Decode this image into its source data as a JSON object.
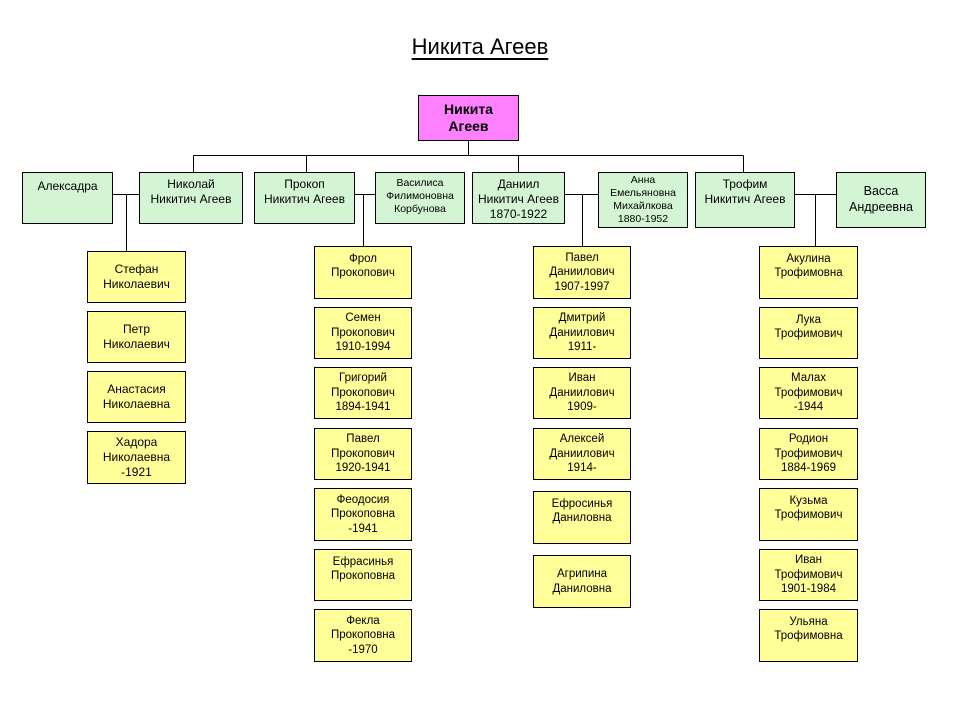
{
  "title": "Никита Агеев",
  "root": "Никита\nАгеев",
  "row": [
    "Алексадра",
    "Николай\nНикитич Агеев",
    "Прокоп\nНикитич Агеев",
    "Василиса\nФилимоновна\nКорбунова",
    "Даниил\nНикитич Агеев\n1870-1922",
    "Анна\nЕмельяновна\nМихайлкова\n1880-1952",
    "Трофим\nНикитич Агеев",
    "Васса\nАндреевна"
  ],
  "branches": {
    "nikolay": [
      "Стефан\nНиколаевич",
      "Петр\nНиколаевич",
      "Анастасия\nНиколаевна",
      "Хадора\nНиколаевна\n-1921"
    ],
    "prokop": [
      "Фрол\nПрокопович",
      "Семен\nПрокопович\n1910-1994",
      "Григорий\nПрокопович\n1894-1941",
      "Павел\nПрокопович\n1920-1941",
      "Феодосия\nПрокоповна\n-1941",
      "Ефрасинья\nПрокоповна",
      "Фекла\nПрокоповна\n-1970"
    ],
    "daniil": [
      "Павел\nДаниилович\n1907-1997",
      "Дмитрий\nДаниилович\n1911-",
      "Иван\nДаниилович\n1909-",
      "Алексей\nДаниилович\n1914-",
      "Ефросинья\nДаниловна",
      "Агрипина\nДаниловна"
    ],
    "trofim": [
      "Акулина\nТрофимовна",
      "Лука\nТрофимович",
      "Малах\nТрофимович\n-1944",
      "Родион\nТрофимович\n1884-1969",
      "Кузьма\nТрофимович",
      "Иван\nТрофимович\n1901-1984",
      "Ульяна\nТрофимовна"
    ]
  },
  "colors": {
    "root": "#ff80ff",
    "spouse": "#d4f5d4",
    "child": "#ffff99",
    "line": "#000000"
  }
}
